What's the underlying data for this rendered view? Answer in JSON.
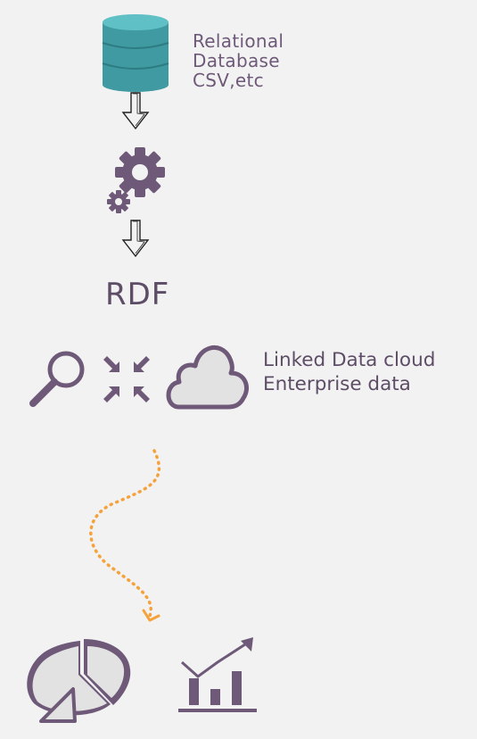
{
  "source": {
    "icon": "database-icon",
    "lines": [
      "Relational",
      "Database",
      "CSV,etc"
    ]
  },
  "process": {
    "icon": "gears-icon"
  },
  "output": {
    "label": "RDF"
  },
  "tools": {
    "icons": [
      "search-icon",
      "compress-arrows-icon",
      "cloud-icon"
    ],
    "lines": [
      "Linked Data cloud",
      "Enterprise data"
    ]
  },
  "results": {
    "icons": [
      "pie-chart-icon",
      "bar-chart-trend-icon"
    ]
  },
  "colors": {
    "background": "#f2f2f2",
    "database_teal": "#45a5ab",
    "icon_purple": "#6e5a78",
    "dotted_path": "#f5a23a"
  }
}
